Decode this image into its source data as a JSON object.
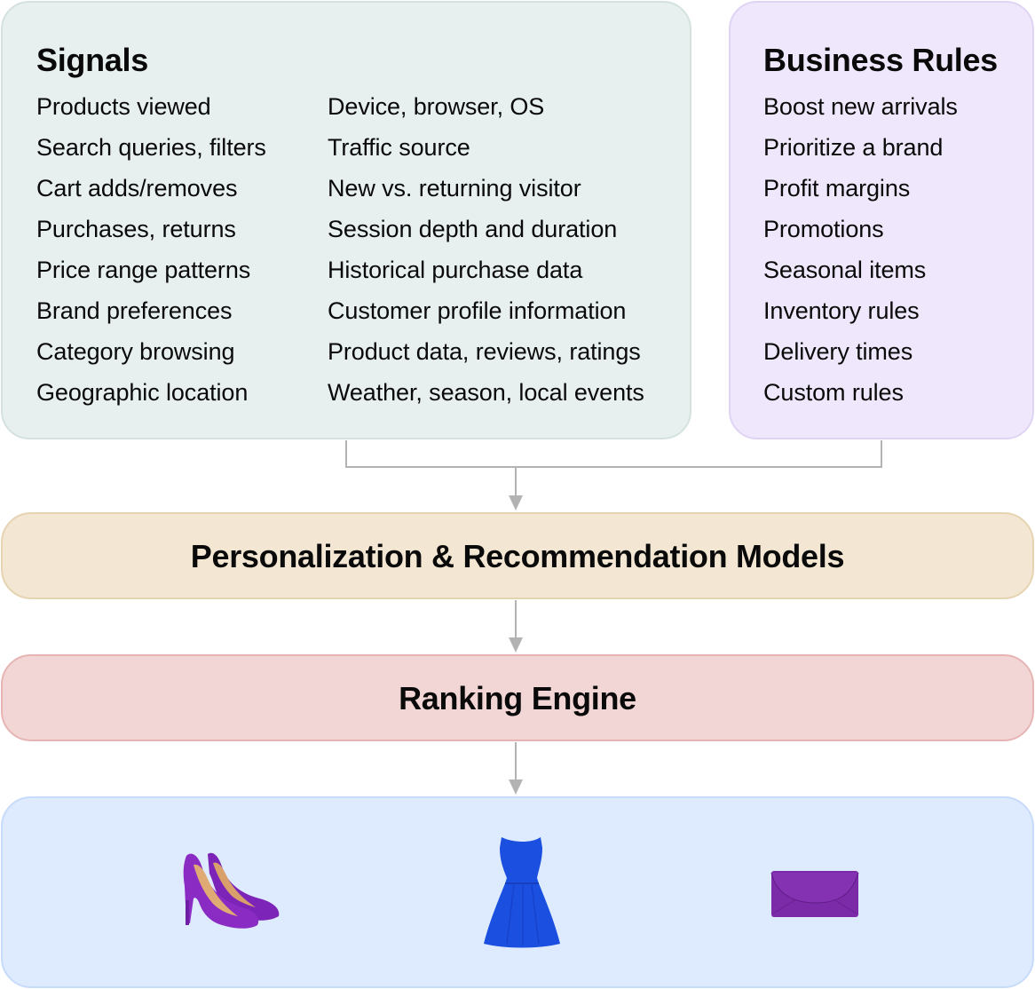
{
  "signals": {
    "title": "Signals",
    "column1": [
      "Products viewed",
      "Search queries, filters",
      "Cart adds/removes",
      "Purchases, returns",
      "Price range patterns",
      "Brand preferences",
      "Category browsing",
      "Geographic location"
    ],
    "column2": [
      "Device, browser, OS",
      "Traffic source",
      "New vs. returning visitor",
      "Session depth and duration",
      "Historical purchase data",
      "Customer profile information",
      "Product data, reviews, ratings",
      "Weather, season, local events"
    ]
  },
  "business_rules": {
    "title": "Business Rules",
    "items": [
      "Boost new arrivals",
      "Prioritize a brand",
      "Profit margins",
      "Promotions",
      "Seasonal items",
      "Inventory rules",
      "Delivery times",
      "Custom rules"
    ]
  },
  "models": {
    "label": "Personalization & Recommendation Models"
  },
  "ranking": {
    "label": "Ranking Engine"
  },
  "output": {
    "products": [
      {
        "name": "purple-high-heels",
        "color": "#7a22b5"
      },
      {
        "name": "blue-dress",
        "color": "#1a4fe0"
      },
      {
        "name": "purple-clutch",
        "color": "#7b2aa8"
      }
    ]
  },
  "colors": {
    "signals_bg": "#e7f0ef",
    "rules_bg": "#efe7fb",
    "models_bg": "#f3e7d3",
    "ranking_bg": "#f2d6d5",
    "output_bg": "#deeafd",
    "connector": "#b3b3b3"
  }
}
